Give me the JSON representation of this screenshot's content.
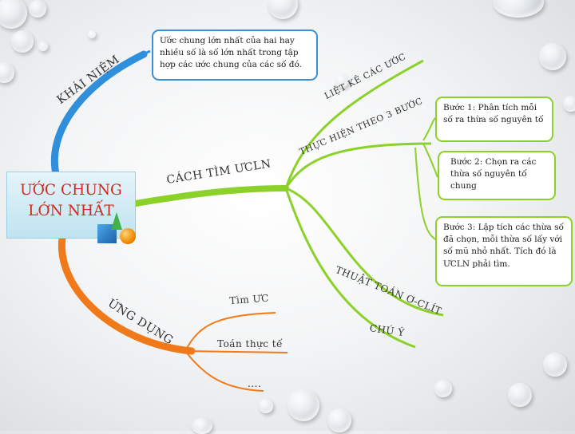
{
  "central": {
    "line1": "ƯỚC CHUNG",
    "line2": "LỚN NHẤT"
  },
  "branches": {
    "concept": {
      "label": "KHÁI NIỆM",
      "color": "#2f8fdb",
      "text": "Ước chung lớn nhất của hai hay nhiều số là số lớn nhất trong tập hợp các ước chung của các số đó."
    },
    "find": {
      "label": "CÁCH TÌM ƯCLN",
      "color": "#8cd12a",
      "sub": {
        "list": "LIỆT KÊ CÁC ƯỚC",
        "steps": "THỰC HIỆN THEO 3 BƯỚC",
        "euclid": "THUẬT TOÁN Ơ-CLÍT",
        "note": "CHÚ Ý"
      },
      "step1": "Bước 1: Phân tích mỗi số ra thừa số nguyên tố",
      "step2": "Bước 2: Chọn ra các thừa số nguyên tố chung",
      "step3": "Bước 3: Lập tích các thừa số đã chọn, mỗi thừa số lấy với số mũ nhỏ nhất. Tích đó là ƯCLN phải tìm."
    },
    "apply": {
      "label": "ỨNG DỤNG",
      "color": "#f07a1a",
      "items": [
        "Tìm ƯC",
        "Toán thực tế",
        "...."
      ]
    }
  }
}
